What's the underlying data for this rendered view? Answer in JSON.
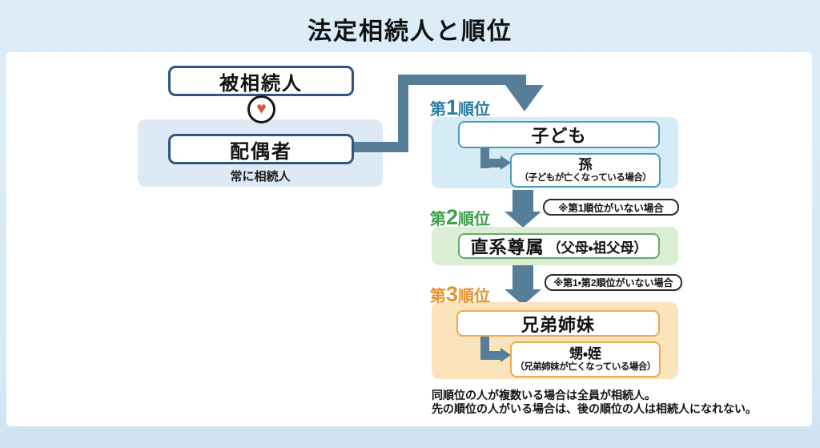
{
  "title": "法定相続人と順位",
  "family": {
    "deceased": "被相続人",
    "spouse": "配偶者",
    "spouse_note": "常に相続人",
    "heart_icon": "♥"
  },
  "ranks": [
    {
      "prefix": "第",
      "number": "1",
      "suffix": "順位",
      "main": "子ども",
      "sub": {
        "title": "孫",
        "note": "（子どもが亡くなっている場合）"
      }
    },
    {
      "prefix": "第",
      "number": "2",
      "suffix": "順位",
      "main": "直系尊属",
      "main_sub": "（父母・祖父母）"
    },
    {
      "prefix": "第",
      "number": "3",
      "suffix": "順位",
      "main": "兄弟姉妹",
      "sub": {
        "title": "甥・姪",
        "note": "（兄弟姉妹が亡くなっている場合）"
      }
    }
  ],
  "condition_notes": [
    "※第1順位がいない場合",
    "※第1・第2順位がいない場合"
  ],
  "footer": {
    "line1": "同順位の人が複数いる場合は全員が相続人。",
    "line2": "先の順位の人がいる場合は、後の順位の人は相続人になれない。"
  },
  "colors": {
    "background": "#d9ebf7",
    "navy_border": "#2f5680",
    "heart": "#d9534f",
    "spouse_panel": "#dde9f5",
    "connector": "#567e99",
    "rank1_accent": "#2b7ea3",
    "rank1_panel": "#d5ecf6",
    "rank1_border": "#4f9cb8",
    "rank2_accent": "#3da04a",
    "rank2_panel": "#d9eed3",
    "rank2_border": "#68aa68",
    "rank3_accent": "#e8922d",
    "rank3_panel": "#fbe4bc",
    "rank3_border": "#eaaa52"
  }
}
